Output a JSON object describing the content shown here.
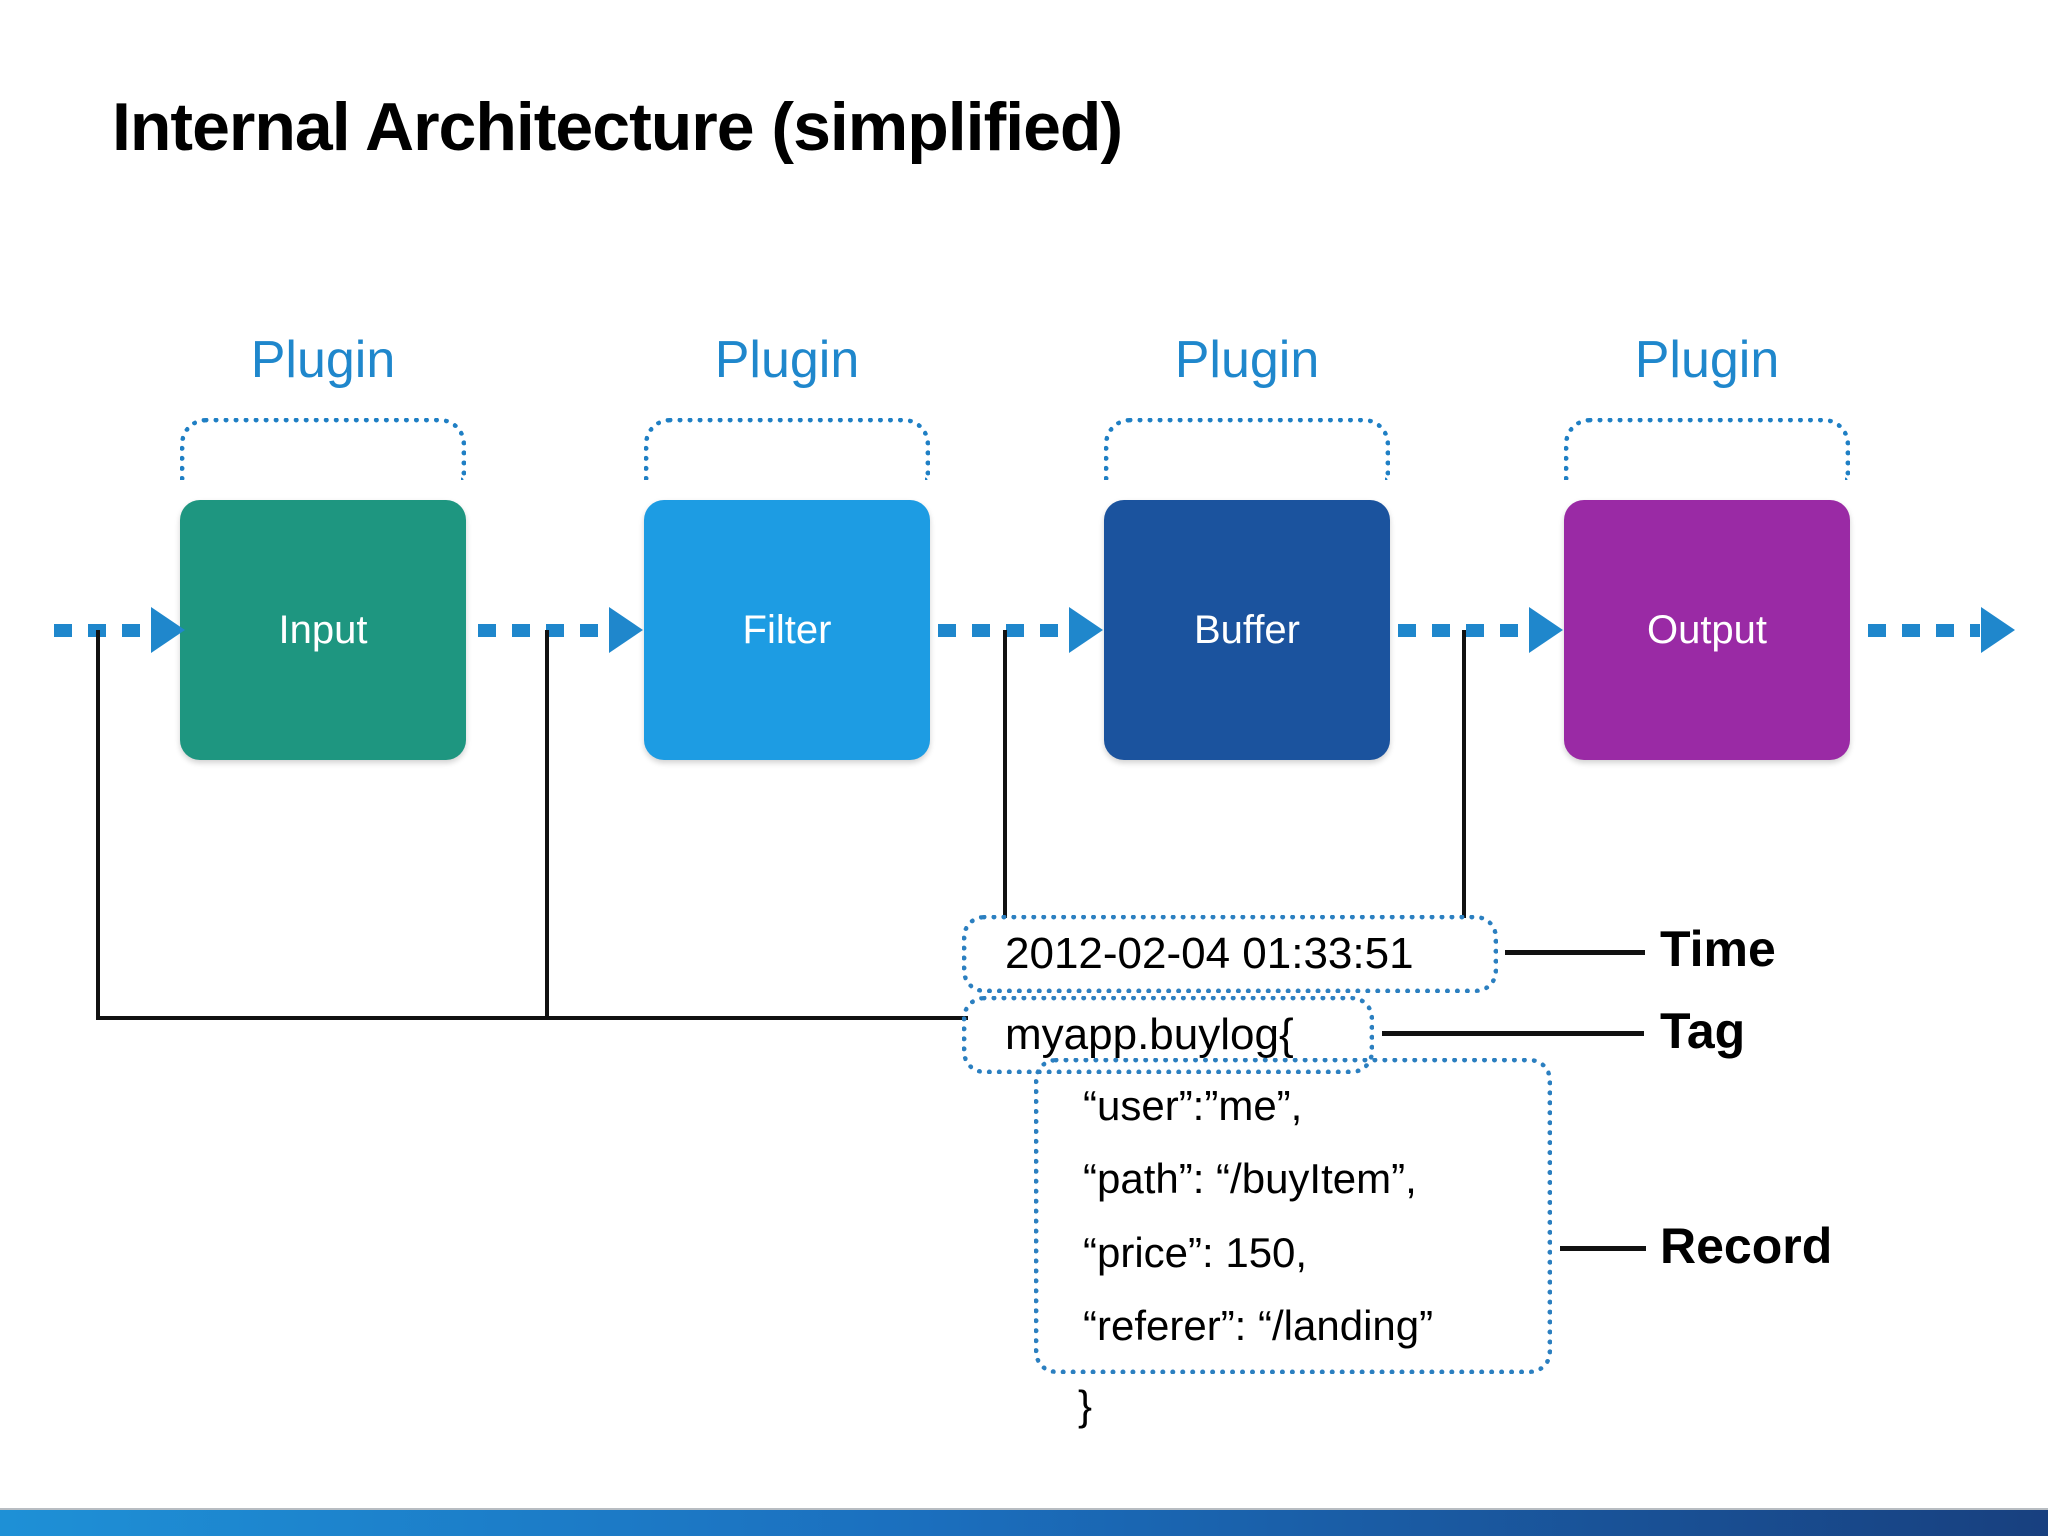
{
  "slide": {
    "title": "Internal Architecture (simplified)",
    "background_color": "#ffffff",
    "accent_color": "#1F87CC"
  },
  "pipeline": {
    "plugin_label": "Plugin",
    "stages": [
      {
        "name": "Input",
        "label": "Input",
        "color": "#1E9680"
      },
      {
        "name": "Filter",
        "label": "Filter",
        "color": "#1D9CE3"
      },
      {
        "name": "Buffer",
        "label": "Buffer",
        "color": "#1B539E"
      },
      {
        "name": "Output",
        "label": "Output",
        "color": "#9A2AA5"
      }
    ],
    "plugin_labels": [
      "Plugin",
      "Plugin",
      "Plugin",
      "Plugin"
    ],
    "arrow_color": "#1F87CC"
  },
  "event": {
    "time": {
      "value": "2012-02-04 01:33:51",
      "callout": "Time"
    },
    "tag": {
      "value": "myapp.buylog{",
      "callout": "Tag"
    },
    "record": {
      "callout": "Record",
      "lines": [
        "“user”:”me”,",
        "“path”: “/buyItem”,",
        "“price”: 150,",
        "“referer”: “/landing”"
      ],
      "closing_brace": "}"
    }
  }
}
